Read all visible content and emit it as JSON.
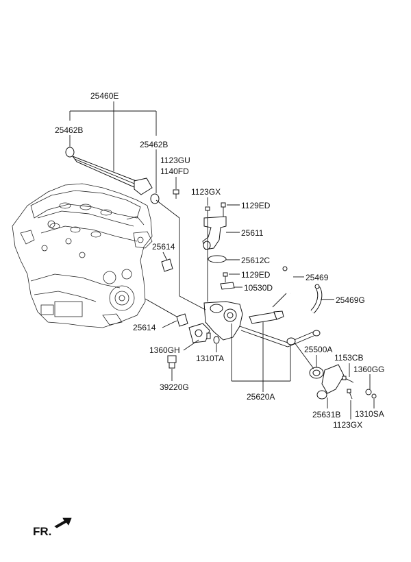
{
  "labels": {
    "l25460E": "25460E",
    "l25462B_left": "25462B",
    "l25462B_right": "25462B",
    "l1123GU": "1123GU",
    "l1140FD": "1140FD",
    "l1123GX_top": "1123GX",
    "l1129ED_top": "1129ED",
    "l25611": "25611",
    "l25614_upper": "25614",
    "l25612C": "25612C",
    "l1129ED_mid": "1129ED",
    "l10530D": "10530D",
    "l25469": "25469",
    "l25469G": "25469G",
    "l25614_lower": "25614",
    "l1360GH": "1360GH",
    "l1310TA": "1310TA",
    "l39220G": "39220G",
    "l25620A": "25620A",
    "l25500A": "25500A",
    "l1153CB": "1153CB",
    "l1360GG": "1360GG",
    "l25631B": "25631B",
    "l1310SA": "1310SA",
    "l1123GX_bottom": "1123GX",
    "fr": "FR."
  },
  "colors": {
    "line": "#111111",
    "background": "#ffffff"
  },
  "icons": {
    "direction_arrow": "front-arrow-icon"
  }
}
